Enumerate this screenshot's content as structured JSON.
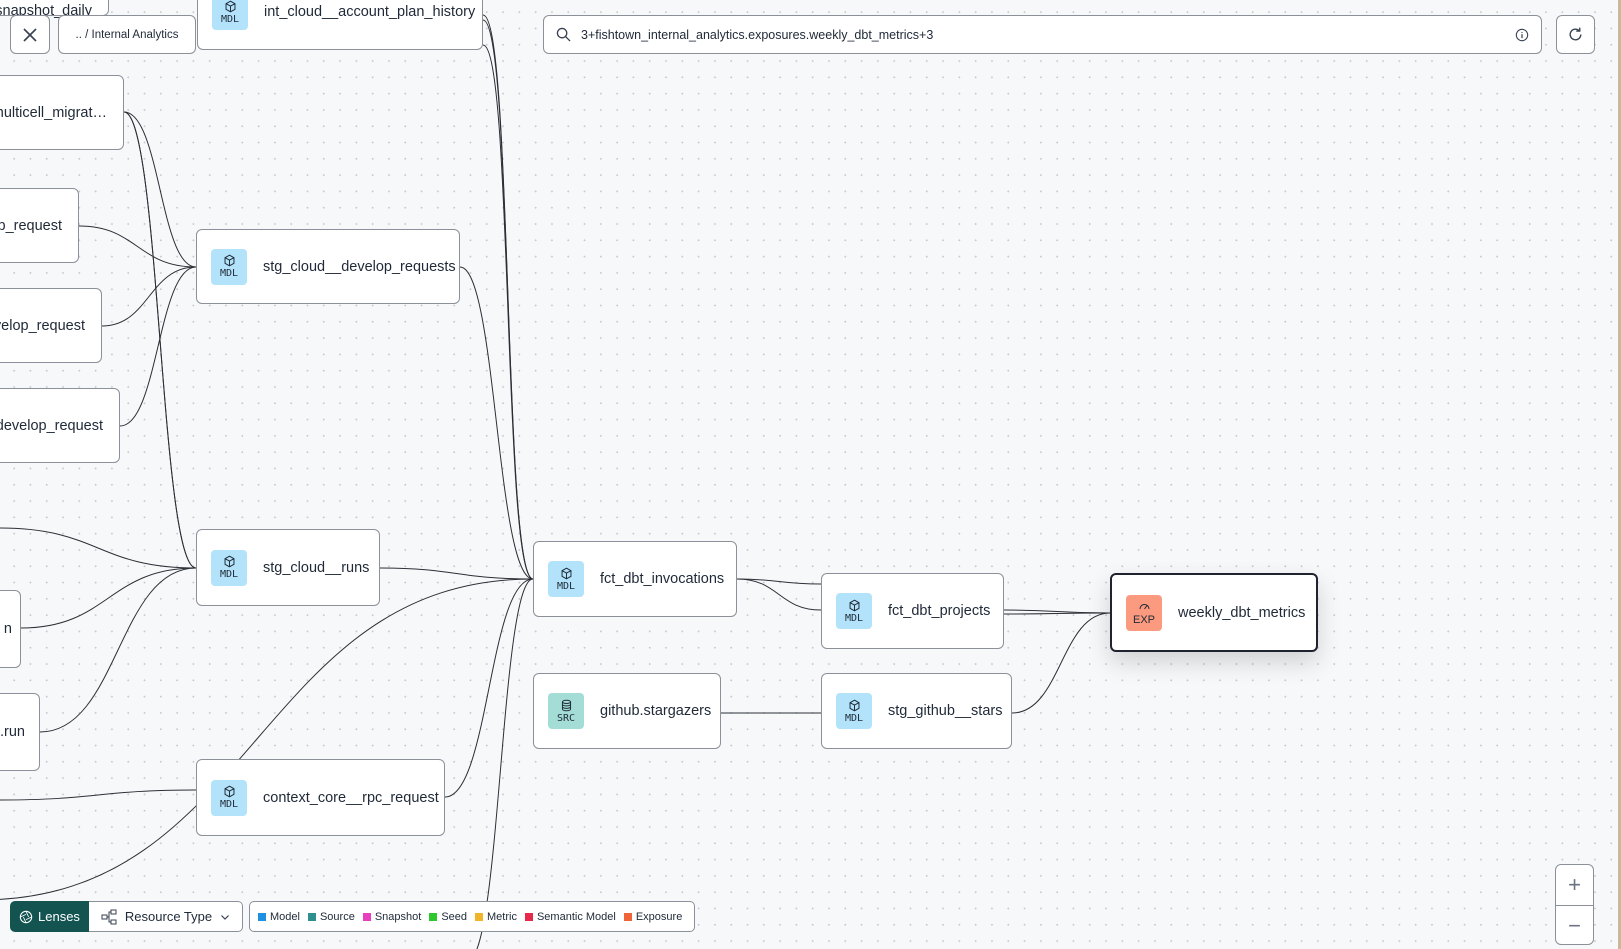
{
  "toolbar": {
    "close_icon": "close-icon",
    "breadcrumb": ".. / Internal Analytics",
    "search_value": "3+fishtown_internal_analytics.exposures.weekly_dbt_metrics+3",
    "search_icon": "search-icon",
    "info_icon": "info-icon",
    "refresh_icon": "refresh-icon"
  },
  "badges": {
    "model": "MDL",
    "source": "SRC",
    "exposure": "EXP"
  },
  "nodes": {
    "snapshot_daily": {
      "label": "snapshot_daily",
      "type": "model"
    },
    "int_cloud_account_plan_history": {
      "label": "int_cloud__account_plan_history",
      "type": "model"
    },
    "multicell": {
      "label": "nulticell_migrat…",
      "type": "unknown"
    },
    "op_request": {
      "label": "p_request",
      "type": "unknown"
    },
    "velop_request": {
      "label": "velop_request",
      "type": "unknown"
    },
    "dot_develop_request": {
      "label": ".develop_request",
      "type": "unknown"
    },
    "stg_cloud_develop_requests": {
      "label": "stg_cloud__develop_requests",
      "type": "model"
    },
    "n_node": {
      "label": "n",
      "type": "unknown"
    },
    "run_node": {
      "label": ".run",
      "type": "unknown"
    },
    "stg_cloud_runs": {
      "label": "stg_cloud__runs",
      "type": "model"
    },
    "context_core_rpc_request": {
      "label": "context_core__rpc_request",
      "type": "model"
    },
    "fct_dbt_invocations": {
      "label": "fct_dbt_invocations",
      "type": "model"
    },
    "fct_dbt_projects": {
      "label": "fct_dbt_projects",
      "type": "model"
    },
    "github_stargazers": {
      "label": "github.stargazers",
      "type": "source"
    },
    "stg_github_stars": {
      "label": "stg_github__stars",
      "type": "model"
    },
    "weekly_dbt_metrics": {
      "label": "weekly_dbt_metrics",
      "type": "exposure",
      "selected": true
    }
  },
  "lenses": {
    "label": "Lenses",
    "resource_type": "Resource Type"
  },
  "legend": [
    {
      "label": "Model",
      "color": "#1e90e0"
    },
    {
      "label": "Source",
      "color": "#2e8f8c"
    },
    {
      "label": "Snapshot",
      "color": "#e83fbf"
    },
    {
      "label": "Seed",
      "color": "#2ec82e"
    },
    {
      "label": "Metric",
      "color": "#f0b429"
    },
    {
      "label": "Semantic Model",
      "color": "#e8284a"
    },
    {
      "label": "Exposure",
      "color": "#f0643a"
    }
  ],
  "zoom": {
    "in": "+",
    "out": "−"
  }
}
